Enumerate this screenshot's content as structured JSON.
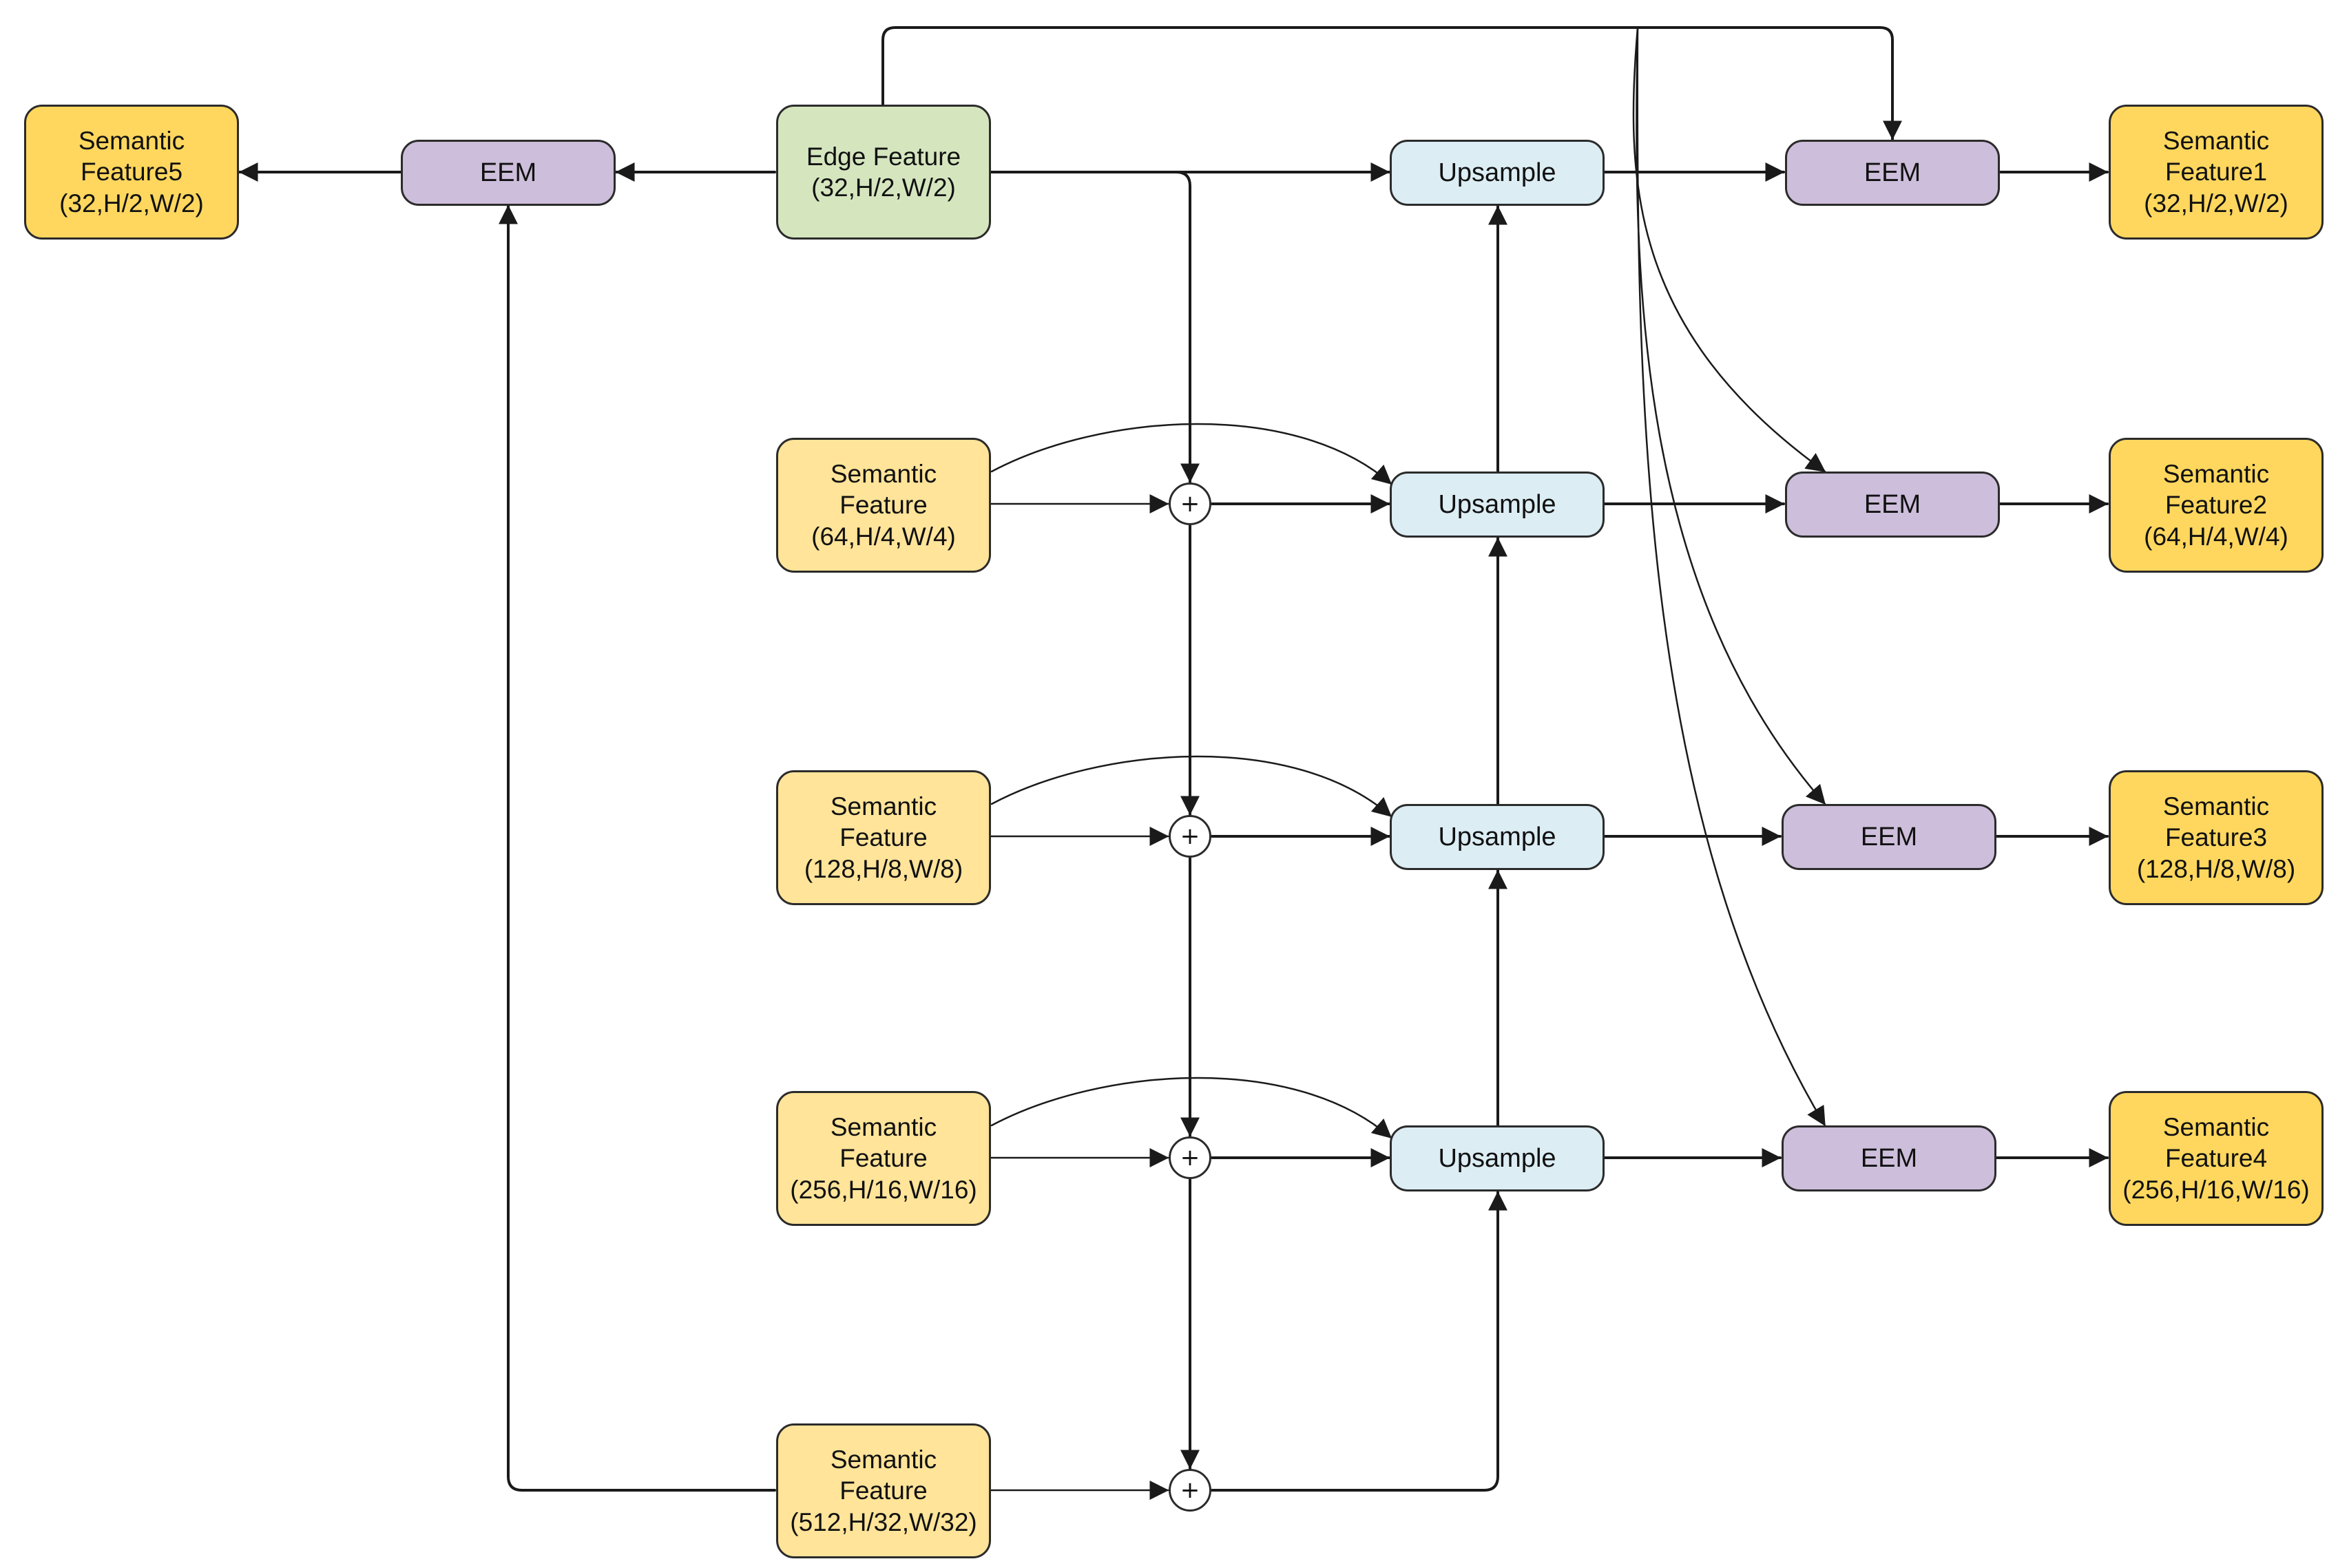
{
  "nodes": {
    "edge_feature": {
      "line1": "Edge Feature",
      "line2": "(32,H/2,W/2)"
    },
    "semantic_in_64": {
      "line1": "Semantic",
      "line2": "Feature",
      "line3": "(64,H/4,W/4)"
    },
    "semantic_in_128": {
      "line1": "Semantic",
      "line2": "Feature",
      "line3": "(128,H/8,W/8)"
    },
    "semantic_in_256": {
      "line1": "Semantic",
      "line2": "Feature",
      "line3": "(256,H/16,W/16)"
    },
    "semantic_in_512": {
      "line1": "Semantic",
      "line2": "Feature",
      "line3": "(512,H/32,W/32)"
    },
    "semantic_out_5": {
      "line1": "Semantic",
      "line2": "Feature5",
      "line3": "(32,H/2,W/2)"
    },
    "semantic_out_1": {
      "line1": "Semantic",
      "line2": "Feature1",
      "line3": "(32,H/2,W/2)"
    },
    "semantic_out_2": {
      "line1": "Semantic",
      "line2": "Feature2",
      "line3": "(64,H/4,W/4)"
    },
    "semantic_out_3": {
      "line1": "Semantic",
      "line2": "Feature3",
      "line3": "(128,H/8,W/8)"
    },
    "semantic_out_4": {
      "line1": "Semantic",
      "line2": "Feature4",
      "line3": "(256,H/16,W/16)"
    },
    "eem_label": "EEM",
    "upsample_label": "Upsample",
    "sum_symbol": "+"
  },
  "colors": {
    "semantic_input": "#ffe499",
    "semantic_output": "#ffd75e",
    "edge_feature": "#d5e6bf",
    "eem": "#cdbedb",
    "upsample": "#dcedf4",
    "stroke": "#1a1a1a"
  }
}
